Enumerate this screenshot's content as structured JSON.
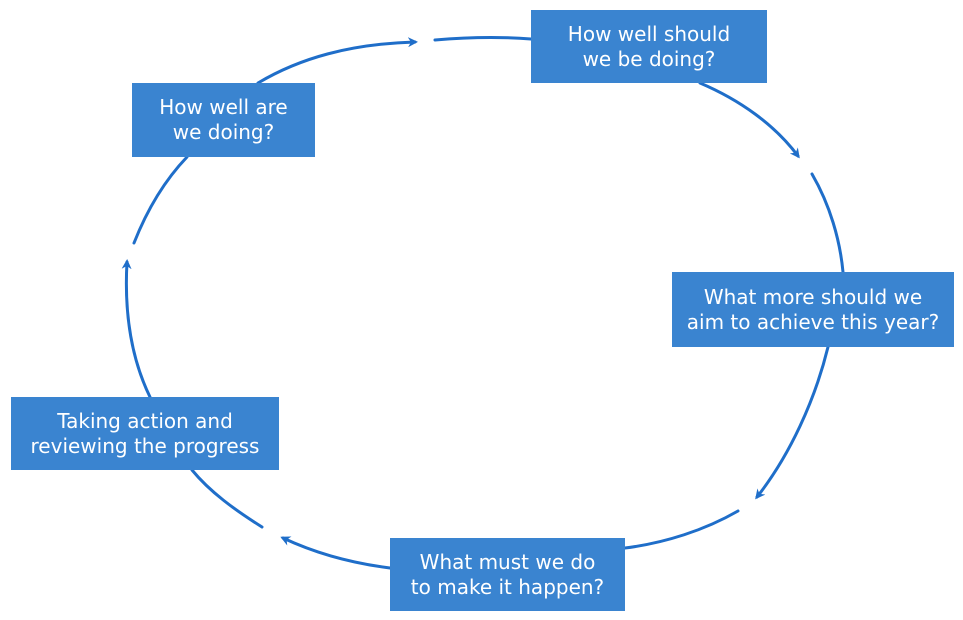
{
  "diagram": {
    "accent_color": "#1f6ec9",
    "box_color": "#3a84d0",
    "text_color": "#ffffff",
    "steps": [
      {
        "line1": "How well should",
        "line2": "we be doing?"
      },
      {
        "line1": "What more should we",
        "line2": "aim to achieve this year?"
      },
      {
        "line1": "What must we do",
        "line2": "to make it happen?"
      },
      {
        "line1": "Taking action and",
        "line2": "reviewing the progress"
      },
      {
        "line1": "How well are",
        "line2": "we doing?"
      }
    ]
  }
}
